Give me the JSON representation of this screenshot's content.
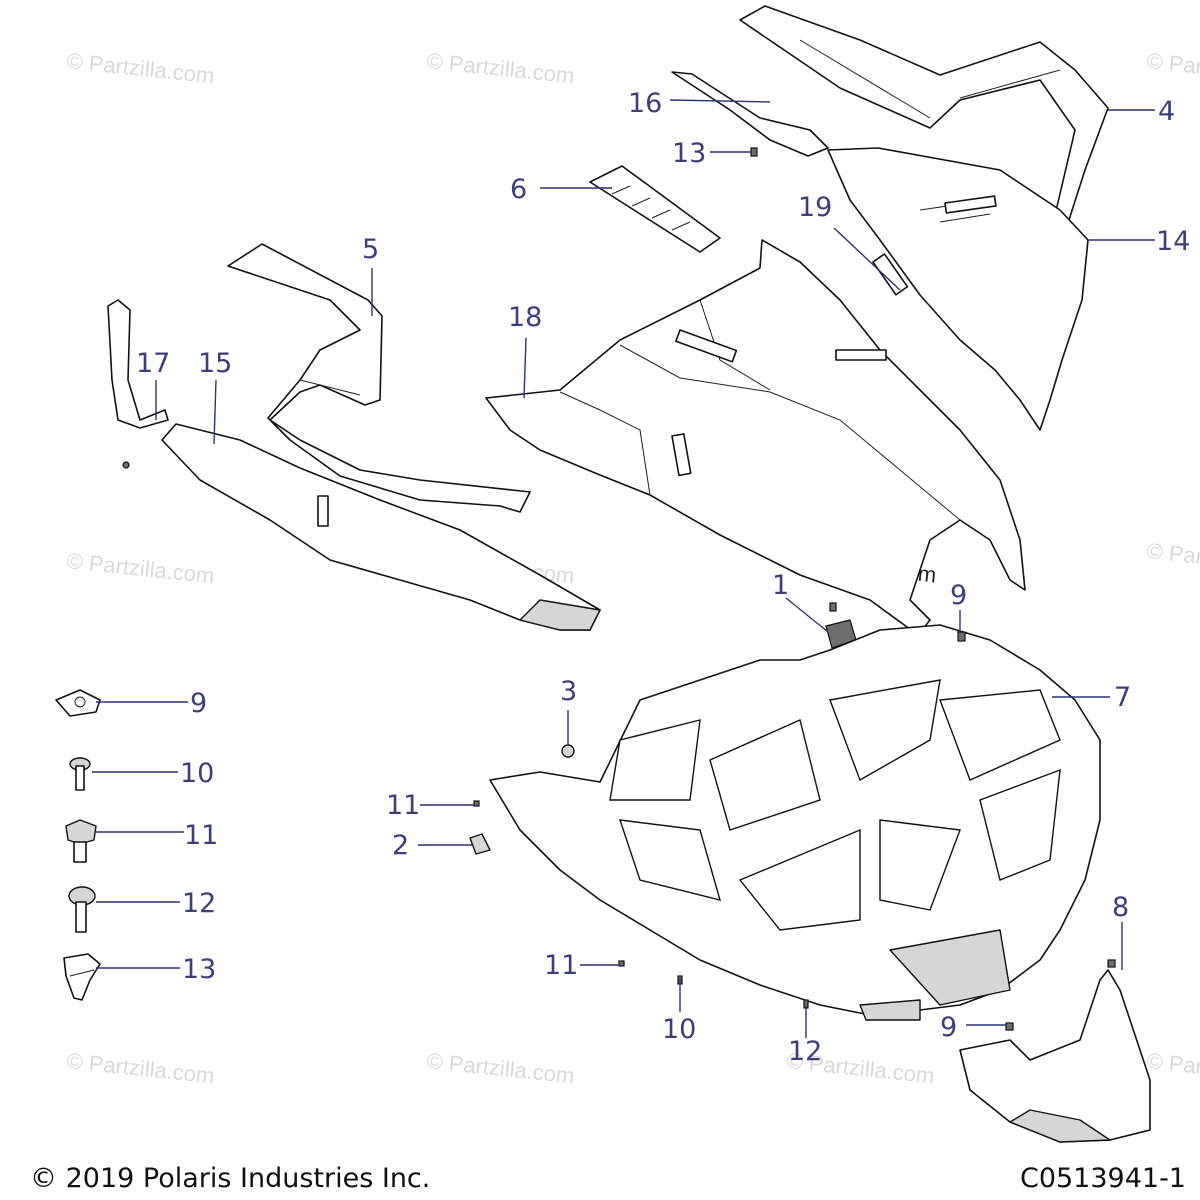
{
  "watermark": "© Partzilla.com",
  "footer": {
    "copyright": "© 2019 Polaris Industries Inc.",
    "diagram_code": "C0513941-1"
  },
  "callouts": {
    "c1": "1",
    "c2": "2",
    "c3": "3",
    "c4": "4",
    "c5": "5",
    "c6": "6",
    "c7": "7",
    "c8": "8",
    "c9_frame": "9",
    "c9_legend": "9",
    "c9_bottom": "9",
    "c10_legend": "10",
    "c10_bottom": "10",
    "c11_legend": "11",
    "c11_left": "11",
    "c11_bottom": "11",
    "c12_legend": "12",
    "c12_bottom": "12",
    "c13_legend": "13",
    "c13_top": "13",
    "c14": "14",
    "c15": "15",
    "c16": "16",
    "c17": "17",
    "c18": "18",
    "c19": "19"
  }
}
